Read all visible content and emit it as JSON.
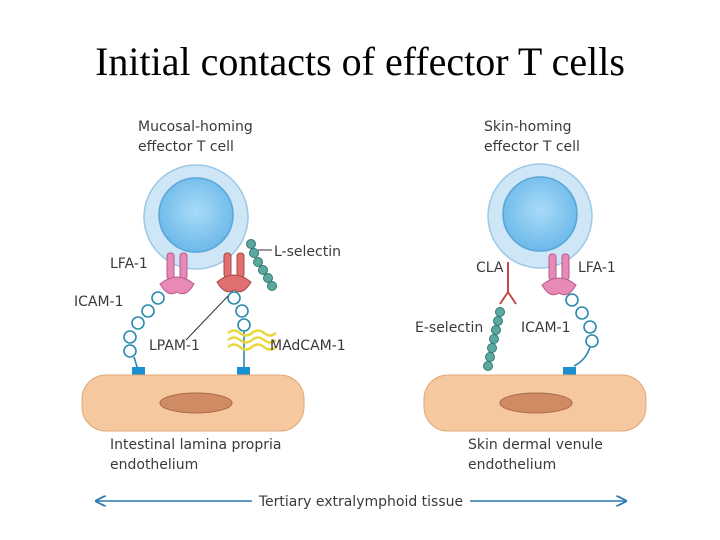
{
  "title": "Initial contacts of effector T cells",
  "left_panel": {
    "cell_label_line1": "Mucosal-homing",
    "cell_label_line2": "effector T cell",
    "lfa1": "LFA-1",
    "l_selectin": "L-selectin",
    "icam1": "ICAM-1",
    "lpam1": "LPAM-1",
    "madcam1": "MAdCAM-1",
    "tissue_line1": "Intestinal lamina propria",
    "tissue_line2": "endothelium"
  },
  "right_panel": {
    "cell_label_line1": "Skin-homing",
    "cell_label_line2": "effector T cell",
    "cla": "CLA",
    "lfa1": "LFA-1",
    "e_selectin": "E-selectin",
    "icam1": "ICAM-1",
    "tissue_line1": "Skin dermal venule",
    "tissue_line2": "endothelium"
  },
  "footer": {
    "tissue_span": "Tertiary extralymphoid tissue"
  },
  "colors": {
    "cell_outer": "#cfe6f7",
    "nucleus": "#7cc3f0",
    "endothelium": "#f5c8a0",
    "endothelium_nucleus": "#d08a64",
    "lfa1": "#e88ab8",
    "lpam1": "#e07070",
    "selectin_beads": "#5aa8a0",
    "icam_loops": "#2a8ab0",
    "madcam": "#e8d840",
    "anchor": "#1a90d0",
    "arrow": "#2a7ab0"
  }
}
